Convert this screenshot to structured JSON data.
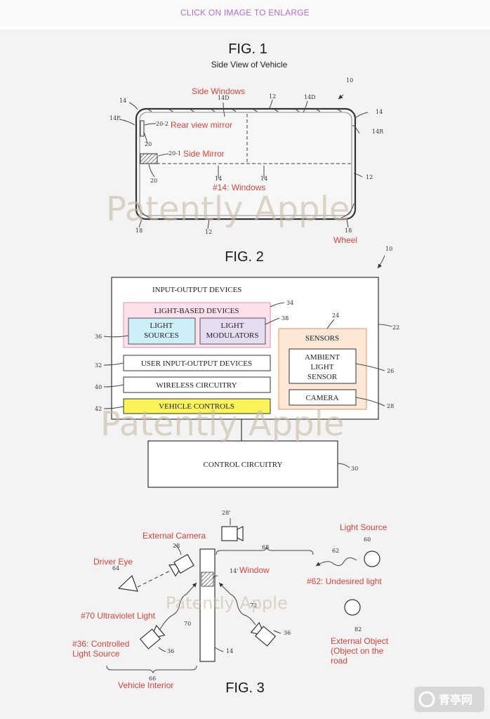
{
  "header": {
    "enlarge_link": "CLICK ON IMAGE TO ENLARGE"
  },
  "fig1": {
    "title": "FIG. 1",
    "subtitle": "Side View of Vehicle"
  },
  "fig2": {
    "title": "FIG. 2"
  },
  "fig3": {
    "title": "FIG. 3"
  },
  "watermark": "Patently Apple",
  "corner_logo": "青亭网",
  "fig1_labels": {
    "side_windows": "Side Windows",
    "rear_view_mirror": "Rear view mirror",
    "side_mirror": "Side Mirror",
    "windows": "#14: Windows",
    "wheel": "Wheel"
  },
  "fig1_refs": {
    "r10": "10",
    "r12a": "12",
    "r12b": "12",
    "r12c": "12",
    "r14a": "14",
    "r14b": "14",
    "r14c": "14",
    "r14d": "14",
    "r14D_a": "14D",
    "r14D_b": "14D",
    "r14F": "14F",
    "r14R": "14R",
    "r20a": "20",
    "r20b": "20",
    "r20_2": "20-2",
    "r20_1": "20-1",
    "r18a": "18",
    "r18b": "18"
  },
  "fig2_boxes": {
    "io_devices": "INPUT-OUTPUT DEVICES",
    "light_based": "LIGHT-BASED DEVICES",
    "light_sources_1": "LIGHT",
    "light_sources_2": "SOURCES",
    "light_mod_1": "LIGHT",
    "light_mod_2": "MODULATORS",
    "user_io": "USER INPUT-OUTPUT DEVICES",
    "wireless": "WIRELESS CIRCUITRY",
    "vehicle_controls": "VEHICLE CONTROLS",
    "sensors": "SENSORS",
    "ambient_1": "AMBIENT",
    "ambient_2": "LIGHT",
    "ambient_3": "SENSOR",
    "camera": "CAMERA",
    "control": "CONTROL CIRCUITRY"
  },
  "fig2_refs": {
    "r10": "10",
    "r22": "22",
    "r24": "24",
    "r26": "26",
    "r28": "28",
    "r30": "30",
    "r32": "32",
    "r34": "34",
    "r36": "36",
    "r38": "38",
    "r40": "40",
    "r42": "42"
  },
  "fig3_labels": {
    "external_camera": "External Camera",
    "light_source": "Light Source",
    "driver_eye": "Driver Eye",
    "window": "Window",
    "undesired_light": "#62: Undesired light",
    "uv_light": "#70 Ultraviolet Light",
    "controlled_1": "#36: Controlled",
    "controlled_2": "Light Source",
    "external_object_1": "External Object",
    "external_object_2": "(Object on the",
    "external_object_3": "road",
    "vehicle_interior": "Vehicle Interior"
  },
  "fig3_refs": {
    "r28p": "28'",
    "r28": "28",
    "r68": "68",
    "r60": "60",
    "r62": "62",
    "r64": "64",
    "r14p": "14'",
    "r70": "70",
    "r72": "72",
    "r36a": "36",
    "r36b": "36",
    "r14": "14",
    "r82": "82",
    "r66": "66"
  },
  "colors": {
    "annotation": "#d8443c",
    "enlarge_link": "#b46ccd",
    "light_based_fill": "#fce0ec",
    "light_based_border": "#e0a5be",
    "light_sources_fill": "#cdeff7",
    "light_mod_fill": "#e6dcf2",
    "sensors_fill": "#fde7d7",
    "sensors_border": "#e8a47c",
    "vehicle_controls_fill": "#fbf35a"
  }
}
